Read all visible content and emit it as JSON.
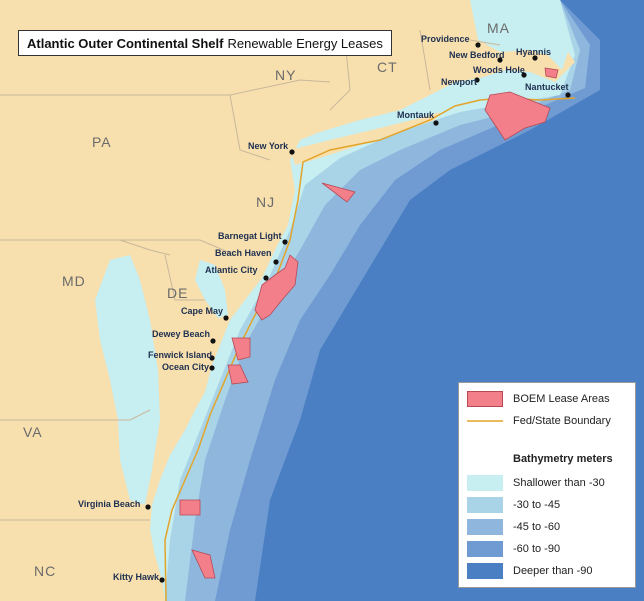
{
  "title": {
    "bold": "Atlantic Outer Continental Shelf",
    "rest": "Renewable Energy Leases"
  },
  "states": [
    {
      "key": "MA",
      "label": "MA"
    },
    {
      "key": "CT",
      "label": "CT"
    },
    {
      "key": "NY",
      "label": "NY"
    },
    {
      "key": "PA",
      "label": "PA"
    },
    {
      "key": "NJ",
      "label": "NJ"
    },
    {
      "key": "MD",
      "label": "MD"
    },
    {
      "key": "DE",
      "label": "DE"
    },
    {
      "key": "VA",
      "label": "VA"
    },
    {
      "key": "NC",
      "label": "NC"
    }
  ],
  "cities": [
    {
      "key": "providence",
      "label": "Providence"
    },
    {
      "key": "new_bedford",
      "label": "New Bedford"
    },
    {
      "key": "hyannis",
      "label": "Hyannis"
    },
    {
      "key": "woods_hole",
      "label": "Woods Hole"
    },
    {
      "key": "newport",
      "label": "Newport"
    },
    {
      "key": "nantucket",
      "label": "Nantucket"
    },
    {
      "key": "montauk",
      "label": "Montauk"
    },
    {
      "key": "new_york",
      "label": "New York"
    },
    {
      "key": "barnegat_light",
      "label": "Barnegat Light"
    },
    {
      "key": "beach_haven",
      "label": "Beach Haven"
    },
    {
      "key": "atlantic_city",
      "label": "Atlantic City"
    },
    {
      "key": "cape_may",
      "label": "Cape May"
    },
    {
      "key": "dewey_beach",
      "label": "Dewey Beach"
    },
    {
      "key": "fenwick_island",
      "label": "Fenwick Island"
    },
    {
      "key": "ocean_city",
      "label": "Ocean City"
    },
    {
      "key": "virginia_beach",
      "label": "Virginia Beach"
    },
    {
      "key": "kitty_hawk",
      "label": "Kitty Hawk"
    }
  ],
  "legend": {
    "lease_label": "BOEM Lease Areas",
    "boundary_label": "Fed/State Boundary",
    "bathymetry_heading": "Bathymetry meters",
    "bands": [
      {
        "label": "Shallower than -30",
        "color": "#c7eef0"
      },
      {
        "label": "-30 to -45",
        "color": "#a9d4e8"
      },
      {
        "label": "-45 to -60",
        "color": "#8fb7dd"
      },
      {
        "label": "-60 to -90",
        "color": "#6f9bd2"
      },
      {
        "label": "Deeper than -90",
        "color": "#4a7fc4"
      }
    ]
  },
  "colors": {
    "land": "#f7dfae",
    "lease_fill": "#f27f8a",
    "lease_stroke": "#b54a55",
    "boundary": "#e3a42a",
    "border": "#c8b89a"
  }
}
